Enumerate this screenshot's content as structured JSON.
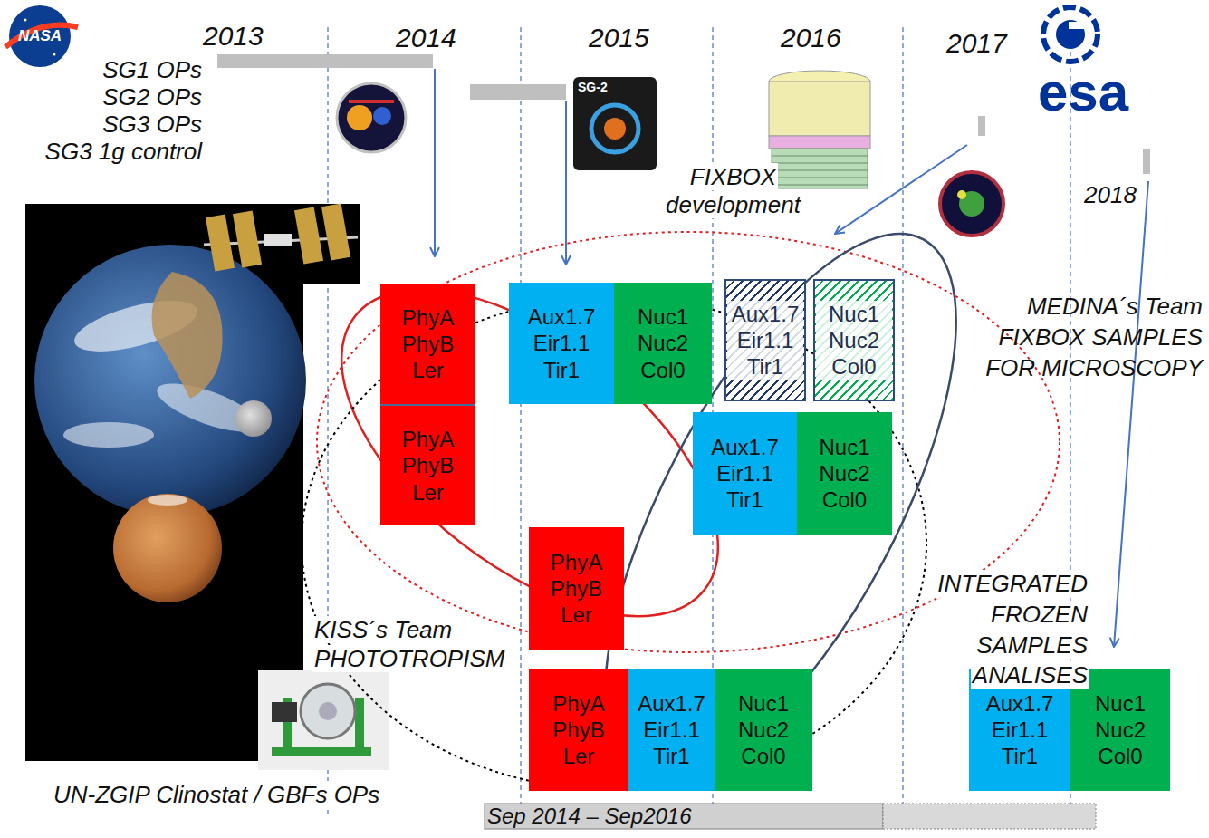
{
  "diagram": {
    "nodes": [
      {
        "text": [
          "PhyA PhyB Ler"
        ]
      },
      {
        "text": [
          "PhyA PhyB Ler"
        ]
      },
      {
        "text": [
          "Aux1.7 Eir1.1 Tir1"
        ]
      },
      {
        "text": [
          "Nuc1 Nuc2 Col0"
        ]
      },
      {
        "text": [
          "Aux1.7 Eir1.1 Tir1"
        ]
      },
      {
        "text": [
          "Nuc1 Nuc2 Col0"
        ]
      },
      {
        "text": [
          "Aux1.7 Eir1.1 Tir1"
        ]
      },
      {
        "text": [
          "Nuc1 Nuc2 Col0"
        ]
      },
      {
        "text": [
          "PhyA PhyB Ler"
        ]
      },
      {
        "text": [
          "PhyA PhyB Ler"
        ]
      },
      {
        "text": [
          "Aux1.7 Eir1.1 Tir1"
        ]
      },
      {
        "text": [
          "Nuc1 Nuc2 Col0"
        ]
      },
      {
        "text": [
          "Aux1.7 Eir1.1 Tir1"
        ]
      },
      {
        "text": [
          "Nuc1 Nuc2 Col0"
        ]
      }
    ],
    "labels": [
      "NASA",
      "2013",
      "2014",
      "2015",
      "2016",
      "2017",
      "esa",
      "SG1 OPs",
      "SG2 OPs",
      "SG3 OPs",
      "SG3 1g control",
      "SG-2",
      "FIXBOX development",
      "2018",
      "MEDINA´s Team FIXBOX SAMPLES FOR MICROSCOPY",
      "INTEGRATED FROZEN SAMPLES ANALISES",
      "KISS´s Team PHOTOTROPISM",
      "UN-ZGIP Clinostat / GBFs OPs",
      "Sep 2014 – Sep2016"
    ]
  }
}
